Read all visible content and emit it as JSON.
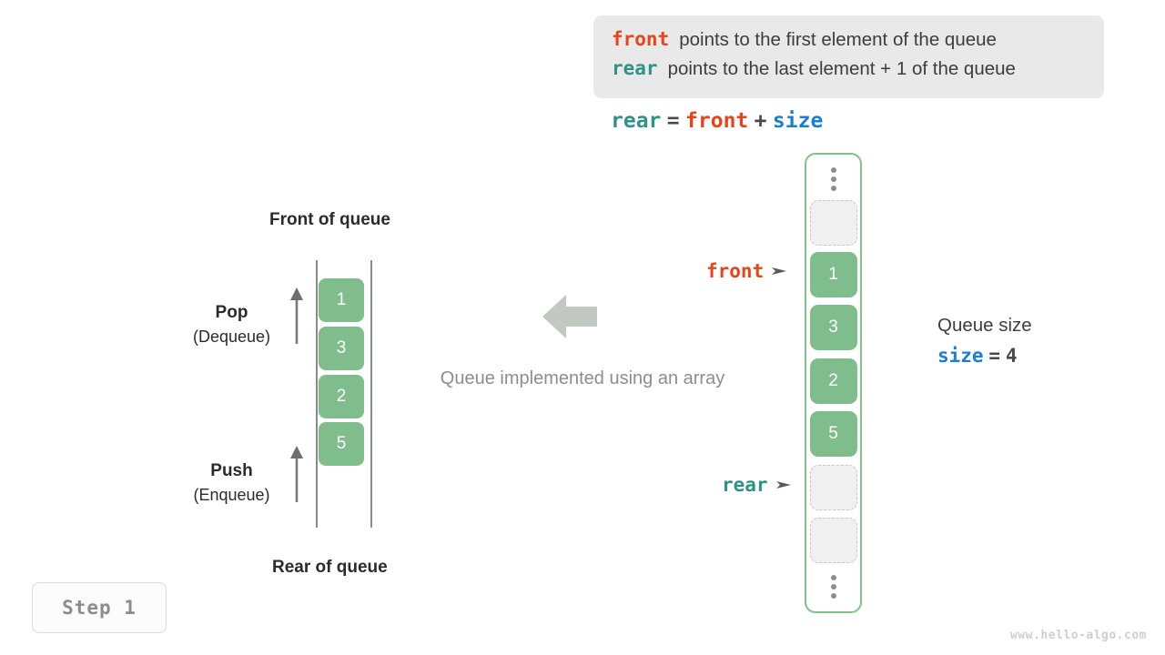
{
  "legend": {
    "lines": [
      {
        "keyword": "front",
        "keyword_color": "#e8441a",
        "text": "points to the first element of the queue"
      },
      {
        "keyword": "rear",
        "keyword_color": "#2e9287",
        "text": "points to the last element + 1 of the queue"
      }
    ]
  },
  "formula": {
    "lhs": "rear",
    "equals": "=",
    "rhs1": "front",
    "plus": "+",
    "rhs2": "size"
  },
  "abstract_queue": {
    "front_label": "Front of queue",
    "rear_label": "Rear of queue",
    "cells": [
      "1",
      "3",
      "2",
      "5"
    ],
    "pop": {
      "title": "Pop",
      "sub": "(Dequeue)"
    },
    "push": {
      "title": "Push",
      "sub": "(Enqueue)"
    }
  },
  "center": {
    "caption": "Queue implemented using an array",
    "arrow_direction": "left",
    "arrow_color": "#c2c8c2"
  },
  "array_queue": {
    "top_ellipsis": "vertical-dots",
    "bottom_ellipsis": "vertical-dots",
    "cells": [
      {
        "value": "",
        "state": "empty"
      },
      {
        "value": "1",
        "state": "filled"
      },
      {
        "value": "3",
        "state": "filled"
      },
      {
        "value": "2",
        "state": "filled"
      },
      {
        "value": "5",
        "state": "filled"
      },
      {
        "value": "",
        "state": "empty"
      },
      {
        "value": "",
        "state": "empty"
      }
    ],
    "pointers": [
      {
        "name": "front",
        "label": "front",
        "color": "#e8441a",
        "target_index": 1
      },
      {
        "name": "rear",
        "label": "rear",
        "color": "#2e9287",
        "target_index": 5
      }
    ],
    "border_color": "#82c08c",
    "filled_color": "#7fbd8c",
    "empty_color": "#f0f0f0"
  },
  "queue_size": {
    "title": "Queue size",
    "var": "size",
    "equals": "=",
    "value": "4"
  },
  "step_badge": {
    "label": "Step 1"
  },
  "watermark": {
    "text": "www.hello-algo.com"
  }
}
